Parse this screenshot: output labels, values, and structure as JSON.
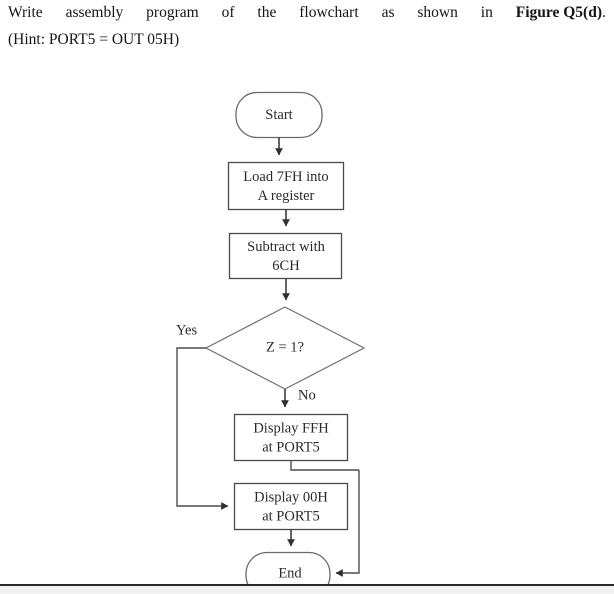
{
  "document": {
    "question": {
      "line1_words": [
        "Write",
        "assembly",
        "program",
        "of",
        "the",
        "flowchart",
        "as",
        "shown",
        "in"
      ],
      "figure_ref": "Figure   Q5(d)",
      "figure_ref_suffix": ".",
      "hint": "(Hint: PORT5 =  OUT 05H)"
    }
  },
  "flowchart": {
    "title": "Figure Q5(d) flowchart",
    "nodes": {
      "start": {
        "type": "terminator",
        "label": "Start"
      },
      "load": {
        "type": "process",
        "line1": "Load 7FH into",
        "line2": "A register"
      },
      "subtract": {
        "type": "process",
        "line1": "Subtract  with",
        "line2": "6CH"
      },
      "decision": {
        "type": "decision",
        "label": "Z = 1?"
      },
      "display_ffh": {
        "type": "process",
        "line1": "Display FFH",
        "line2": "at PORT5"
      },
      "display_00h": {
        "type": "process",
        "line1": "Display 00H",
        "line2": "at PORT5"
      },
      "end": {
        "type": "terminator",
        "label": "End"
      }
    },
    "branch_labels": {
      "yes": "Yes",
      "no": "No"
    },
    "colors": {
      "stroke": "#4a4a4a",
      "connector": "#3d3d3d",
      "text": "#2a2a2a",
      "background": "#ffffff"
    }
  }
}
